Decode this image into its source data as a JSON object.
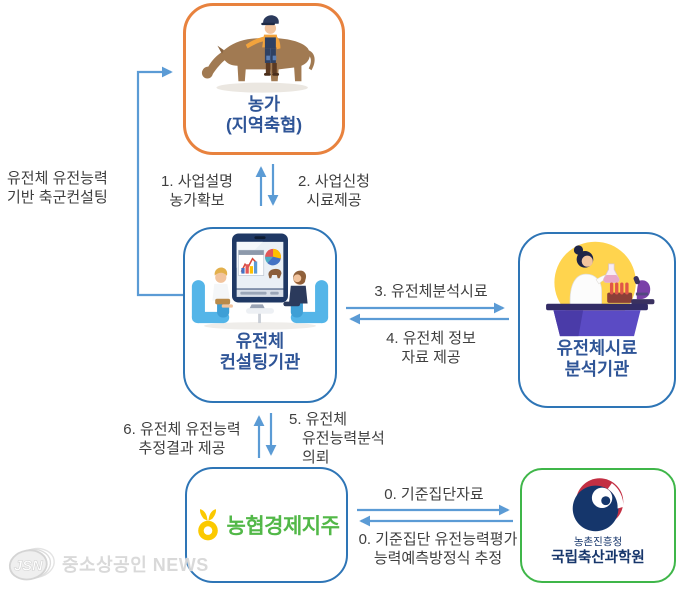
{
  "colors": {
    "farm_border_orange": "#E8823E",
    "box_border_blue": "#2E75B6",
    "gov_border_green": "#3FB649",
    "arrow_blue": "#5B9BD5",
    "title_blue": "#2F5597",
    "label_gray": "#3F3F3F",
    "nh_green": "#52B848",
    "nh_yellow": "#FBC900",
    "gov_navy": "#17366B",
    "gov_red": "#C32F43",
    "watermark_gray": "#D8D8D8"
  },
  "side_label": {
    "lines": [
      "유전체 유전능력",
      "기반 축군컨설팅"
    ]
  },
  "nodes": {
    "farm": {
      "lines": [
        "농가",
        "(지역축협)"
      ],
      "illustration": "farmer-with-cow"
    },
    "consulting": {
      "lines": [
        "유전체",
        "컨설팅기관"
      ],
      "illustration": "consulting-meeting-tablet"
    },
    "analysis": {
      "lines": [
        "유전체시료",
        "분석기관"
      ],
      "illustration": "scientist-lab"
    },
    "nh": {
      "label": "농협경제지주",
      "icon": "nh-flower-icon"
    },
    "gov": {
      "lines": [
        "농촌진흥청",
        "국립축산과학원"
      ],
      "icon": "korea-government-emblem"
    }
  },
  "edges": {
    "e1": {
      "lines": [
        "1. 사업설명",
        "농가확보"
      ]
    },
    "e2": {
      "lines": [
        "2. 사업신청",
        "시료제공"
      ]
    },
    "e3": {
      "lines": [
        "3. 유전체분석시료"
      ]
    },
    "e4": {
      "lines": [
        "4. 유전체 정보",
        "자료 제공"
      ]
    },
    "e5": {
      "lines": [
        "5. 유전체",
        "유전능력분석",
        "의뢰"
      ]
    },
    "e6": {
      "lines": [
        "6. 유전체 유전능력",
        "추정결과 제공"
      ]
    },
    "e0_top": {
      "lines": [
        "0. 기준집단자료"
      ]
    },
    "e0_bottom": {
      "lines": [
        "0. 기준집단 유전능력평가",
        "능력예측방정식 추정"
      ]
    }
  },
  "watermark": {
    "logo": "JSN",
    "text": "중소상공인 NEWS"
  }
}
